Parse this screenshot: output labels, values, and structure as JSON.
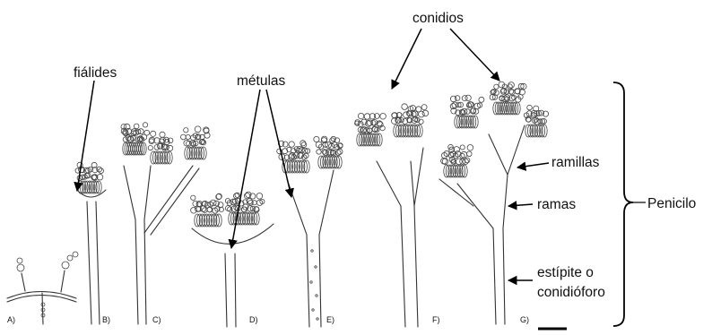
{
  "labels": {
    "fialides": "fiálides",
    "metulas": "métulas",
    "conidios": "conidios",
    "ramillas": "ramillas",
    "ramas": "ramas",
    "estipite_line1": "estípite o",
    "estipite_line2": "conidióforo",
    "penicilo": "Penicilo"
  },
  "panels": [
    "A)",
    "B)",
    "C)",
    "D)",
    "E)",
    "F)",
    "G)"
  ]
}
